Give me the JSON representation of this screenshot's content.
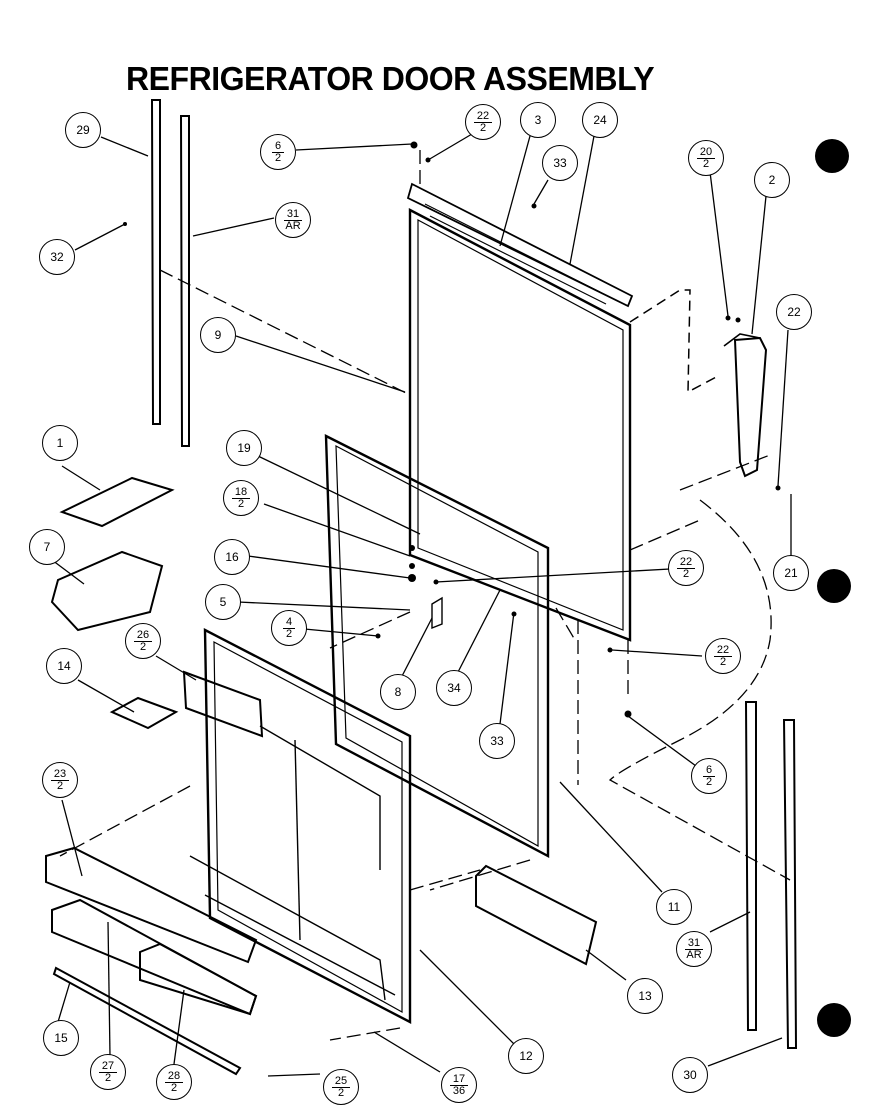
{
  "title": "REFRIGERATOR DOOR ASSEMBLY",
  "callouts": [
    {
      "id": "c29",
      "text": "29"
    },
    {
      "id": "c32",
      "text": "32"
    },
    {
      "id": "c31a",
      "num": "31",
      "den": "AR"
    },
    {
      "id": "c6a",
      "num": "6",
      "den": "2"
    },
    {
      "id": "c22a",
      "num": "22",
      "den": "2"
    },
    {
      "id": "c3",
      "text": "3"
    },
    {
      "id": "c24",
      "text": "24"
    },
    {
      "id": "c33a",
      "text": "33"
    },
    {
      "id": "c20",
      "num": "20",
      "den": "2"
    },
    {
      "id": "c2",
      "text": "2"
    },
    {
      "id": "c22b",
      "text": "22"
    },
    {
      "id": "c9",
      "text": "9"
    },
    {
      "id": "c1",
      "text": "1"
    },
    {
      "id": "c19",
      "text": "19"
    },
    {
      "id": "c18",
      "num": "18",
      "den": "2"
    },
    {
      "id": "c16",
      "text": "16"
    },
    {
      "id": "c7",
      "text": "7"
    },
    {
      "id": "c5",
      "text": "5"
    },
    {
      "id": "c4",
      "num": "4",
      "den": "2"
    },
    {
      "id": "c22c",
      "num": "22",
      "den": "2"
    },
    {
      "id": "c21",
      "text": "21"
    },
    {
      "id": "c26a",
      "num": "26",
      "den": "2"
    },
    {
      "id": "c14",
      "text": "14"
    },
    {
      "id": "c8",
      "text": "8"
    },
    {
      "id": "c34",
      "text": "34"
    },
    {
      "id": "c22d",
      "num": "22",
      "den": "2"
    },
    {
      "id": "c33b",
      "text": "33"
    },
    {
      "id": "c6b",
      "num": "6",
      "den": "2"
    },
    {
      "id": "c23",
      "num": "23",
      "den": "2"
    },
    {
      "id": "c11",
      "text": "11"
    },
    {
      "id": "c31b",
      "num": "31",
      "den": "AR"
    },
    {
      "id": "c13",
      "text": "13"
    },
    {
      "id": "c15",
      "text": "15"
    },
    {
      "id": "c27",
      "num": "27",
      "den": "2"
    },
    {
      "id": "c28",
      "num": "28",
      "den": "2"
    },
    {
      "id": "c12",
      "text": "12"
    },
    {
      "id": "c25",
      "num": "25",
      "den": "2"
    },
    {
      "id": "c17",
      "num": "17",
      "den": "36"
    },
    {
      "id": "c30",
      "text": "30"
    }
  ]
}
